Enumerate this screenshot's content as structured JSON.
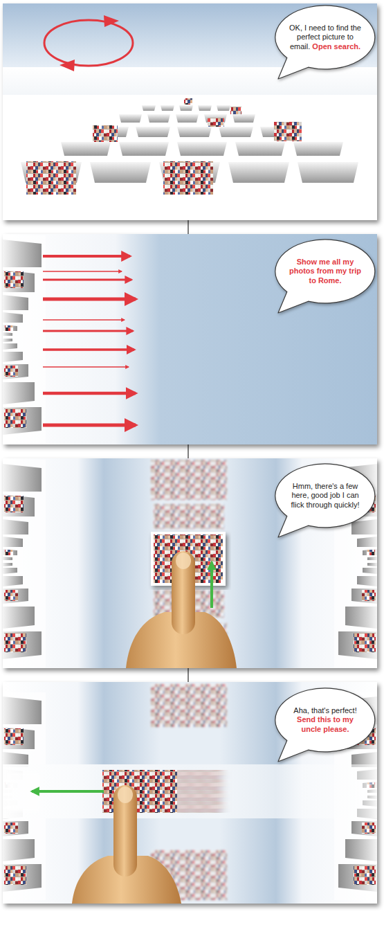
{
  "diagram": {
    "nodes": [
      {
        "text": [
          "OK, I need to find the perfect picture to email.",
          "Open search."
        ]
      },
      {
        "text": [
          "Show me all my photos from my trip to Rome."
        ]
      },
      {
        "text": [
          "Hmm, there's a few here, good job I can flick through quickly!"
        ]
      },
      {
        "text": [
          "Aha, that's perfect!",
          "Send this to my uncle please."
        ]
      }
    ]
  }
}
